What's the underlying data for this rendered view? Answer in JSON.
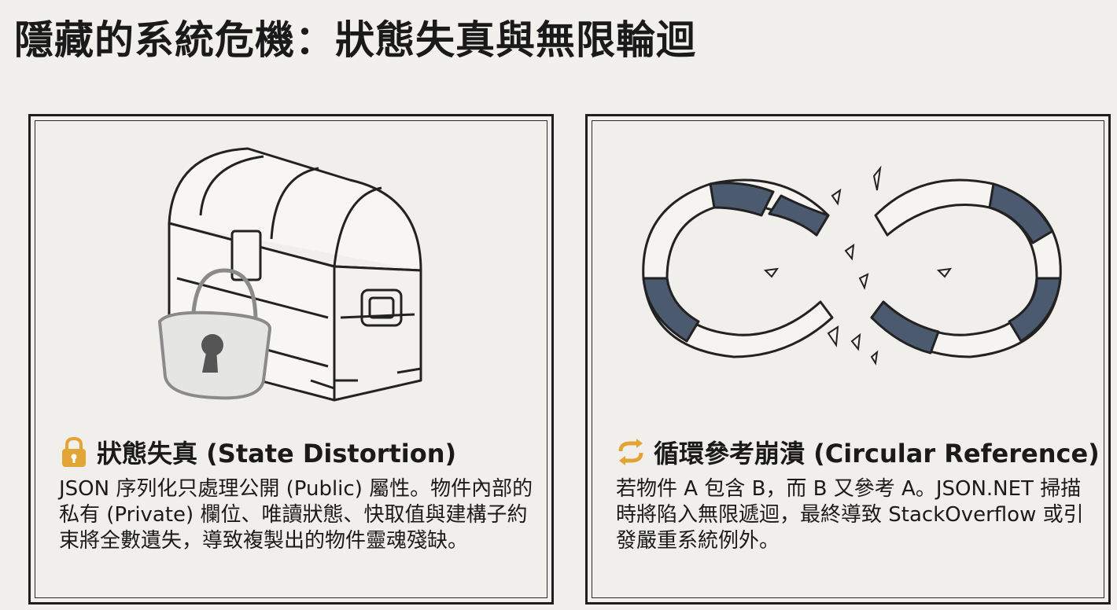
{
  "title": "隱藏的系統危機：狀態失真與無限輪迴",
  "colors": {
    "accent": "#e2a434",
    "ink": "#1f1f1f",
    "slate": "#4b5a6e"
  },
  "cards": [
    {
      "icon": "lock-icon",
      "illustration": "locked-treasure-chest",
      "heading": "狀態失真 (State Distortion)",
      "body": "JSON 序列化只處理公開 (Public) 屬性。物件內部的私有 (Private) 欄位、唯讀狀態、快取值與建構子約束將全數遺失，導致複製出的物件靈魂殘缺。"
    },
    {
      "icon": "refresh-icon",
      "illustration": "broken-infinity-loop",
      "heading": "循環參考崩潰 (Circular Reference)",
      "body": "若物件 A 包含 B，而 B 又參考 A。JSON.NET 掃描時將陷入無限遞迴，最終導致 StackOverflow 或引發嚴重系統例外。"
    }
  ]
}
